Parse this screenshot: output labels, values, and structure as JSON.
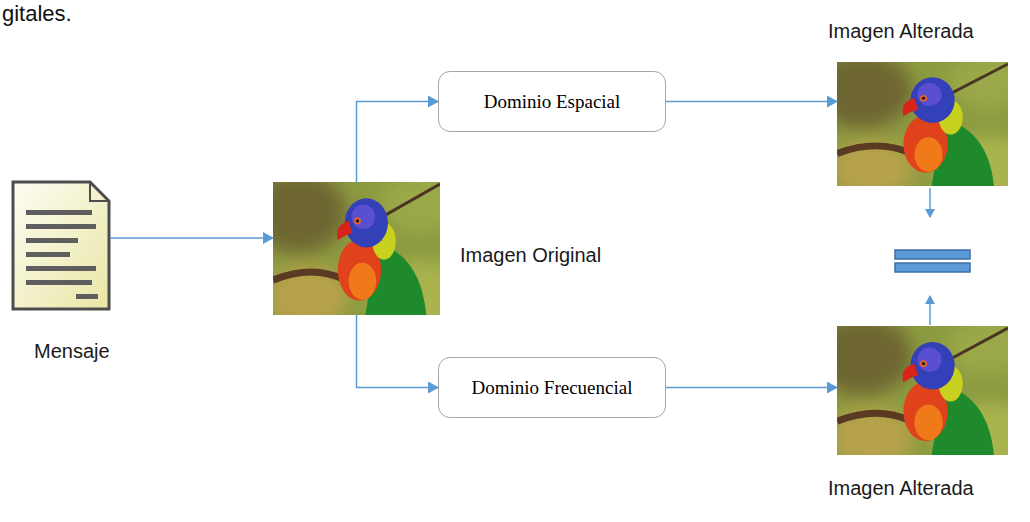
{
  "diagram": {
    "nodes": [
      {
        "text": [
          "Mensaje"
        ]
      },
      {
        "text": [
          "Imagen Original"
        ]
      },
      {
        "text": [
          "Dominio Espacial"
        ]
      },
      {
        "text": [
          "Imagen Alterada"
        ]
      },
      {
        "text": [
          "Dominio Frecuencial"
        ]
      },
      {
        "text": [
          "Imagen Alterada"
        ]
      }
    ],
    "edges": [
      {
        "from": 0,
        "to": 1,
        "arrow": "to"
      },
      {
        "from": 1,
        "to": 2,
        "arrow": "to"
      },
      {
        "from": 1,
        "to": 4,
        "arrow": "to"
      },
      {
        "from": 2,
        "to": 3,
        "arrow": "to"
      },
      {
        "from": 4,
        "to": 5,
        "arrow": "to"
      }
    ],
    "labels": [
      "gitales."
    ]
  }
}
